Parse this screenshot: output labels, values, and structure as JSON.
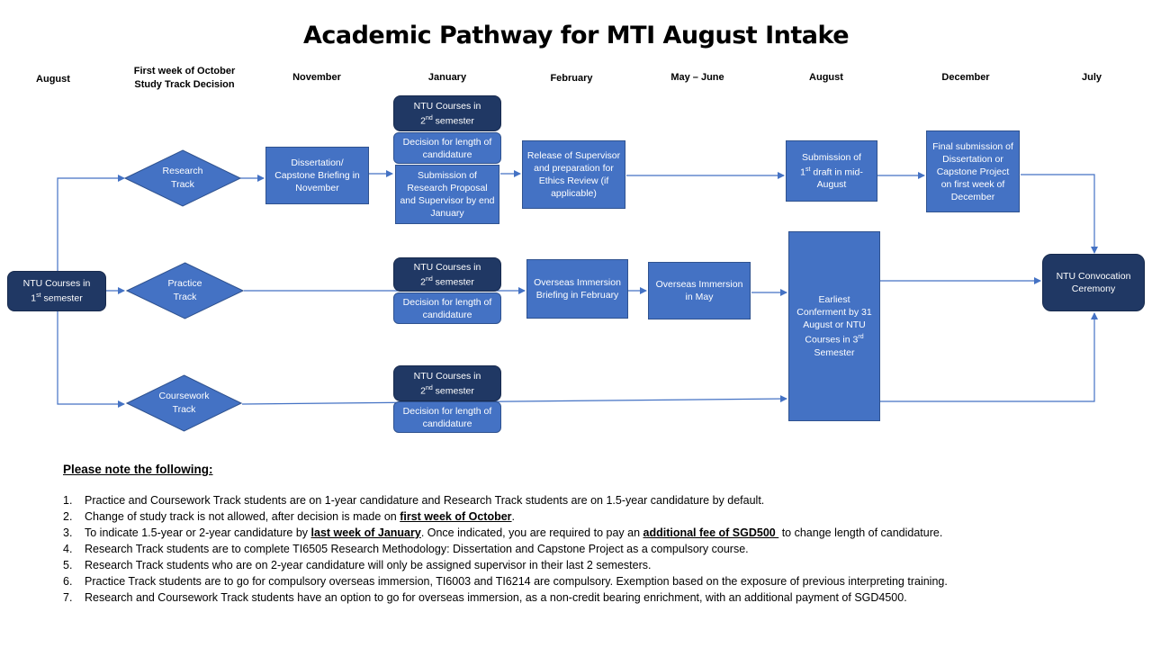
{
  "title": "Academic Pathway for MTI August Intake",
  "columns": {
    "august": "August",
    "october_l1": "First week of October",
    "october_l2": "Study Track Decision",
    "november": "November",
    "january": "January",
    "february": "February",
    "may_june": "May – June",
    "august2": "August",
    "december": "December",
    "july": "July"
  },
  "nodes": {
    "ntu_sem1": {
      "l1": "NTU Courses in",
      "ord": "1",
      "sup": "st",
      "rest": " semester"
    },
    "research_track": {
      "l1": "Research",
      "l2": "Track"
    },
    "practice_track": {
      "l1": "Practice",
      "l2": "Track"
    },
    "coursework_track": {
      "l1": "Coursework",
      "l2": "Track"
    },
    "dissertation_briefing": "Dissertation/ Capstone Briefing in November",
    "ntu_sem2": {
      "l1": "NTU Courses in",
      "ord": "2",
      "sup": "nd",
      "rest": " semester"
    },
    "decision_length": "Decision for length of candidature",
    "submission_proposal": "Submission of Research Proposal and Supervisor by end January",
    "release_supervisor": "Release of Supervisor and preparation for Ethics Review (if applicable)",
    "first_draft": {
      "l1": "Submission of",
      "ord": "1",
      "sup": "st",
      "rest": " draft in mid-August"
    },
    "final_submission": "Final submission of Dissertation or Capstone Project on first week of December",
    "overseas_briefing": "Overseas Immersion Briefing in February",
    "overseas_may": "Overseas Immersion in May",
    "earliest_conferment": {
      "l1": "Earliest Conferment by 31 August or NTU Courses in",
      "ord": "3",
      "sup": "rd",
      "rest": " Semester"
    },
    "convocation": "NTU Convocation Ceremony"
  },
  "notes": {
    "heading": "Please note the following:",
    "items": [
      {
        "num": "1.",
        "text": "Practice and Coursework Track students are on 1-year candidature and Research Track students are on 1.5-year candidature by default."
      },
      {
        "num": "2.",
        "pre": "Change of study track is not allowed, after decision is made on ",
        "em": "first week of October",
        "post": "."
      },
      {
        "num": "3.",
        "pre": "To indicate 1.5-year or 2-year candidature by ",
        "em": "last week of January",
        "mid": ". Once indicated, you are required to pay an ",
        "em2": "additional fee of SGD500 ",
        "post": " to change length of candidature."
      },
      {
        "num": "4.",
        "text": "Research Track students are to complete TI6505 Research Methodology: Dissertation and Capstone Project as a compulsory course."
      },
      {
        "num": "5.",
        "text": "Research Track students who are on 2-year candidature will only be assigned supervisor in their last 2 semesters."
      },
      {
        "num": "6.",
        "text": "Practice Track students are to go for compulsory overseas immersion, TI6003 and TI6214  are compulsory. Exemption based on the exposure of previous interpreting training."
      },
      {
        "num": "7.",
        "text": "Research and Coursework Track students have an option to go for overseas immersion, as a non-credit bearing enrichment, with an additional payment of SGD4500."
      }
    ]
  },
  "colors": {
    "box": "#4472C4",
    "box_dark": "#203864",
    "connector": "#4472C4"
  }
}
